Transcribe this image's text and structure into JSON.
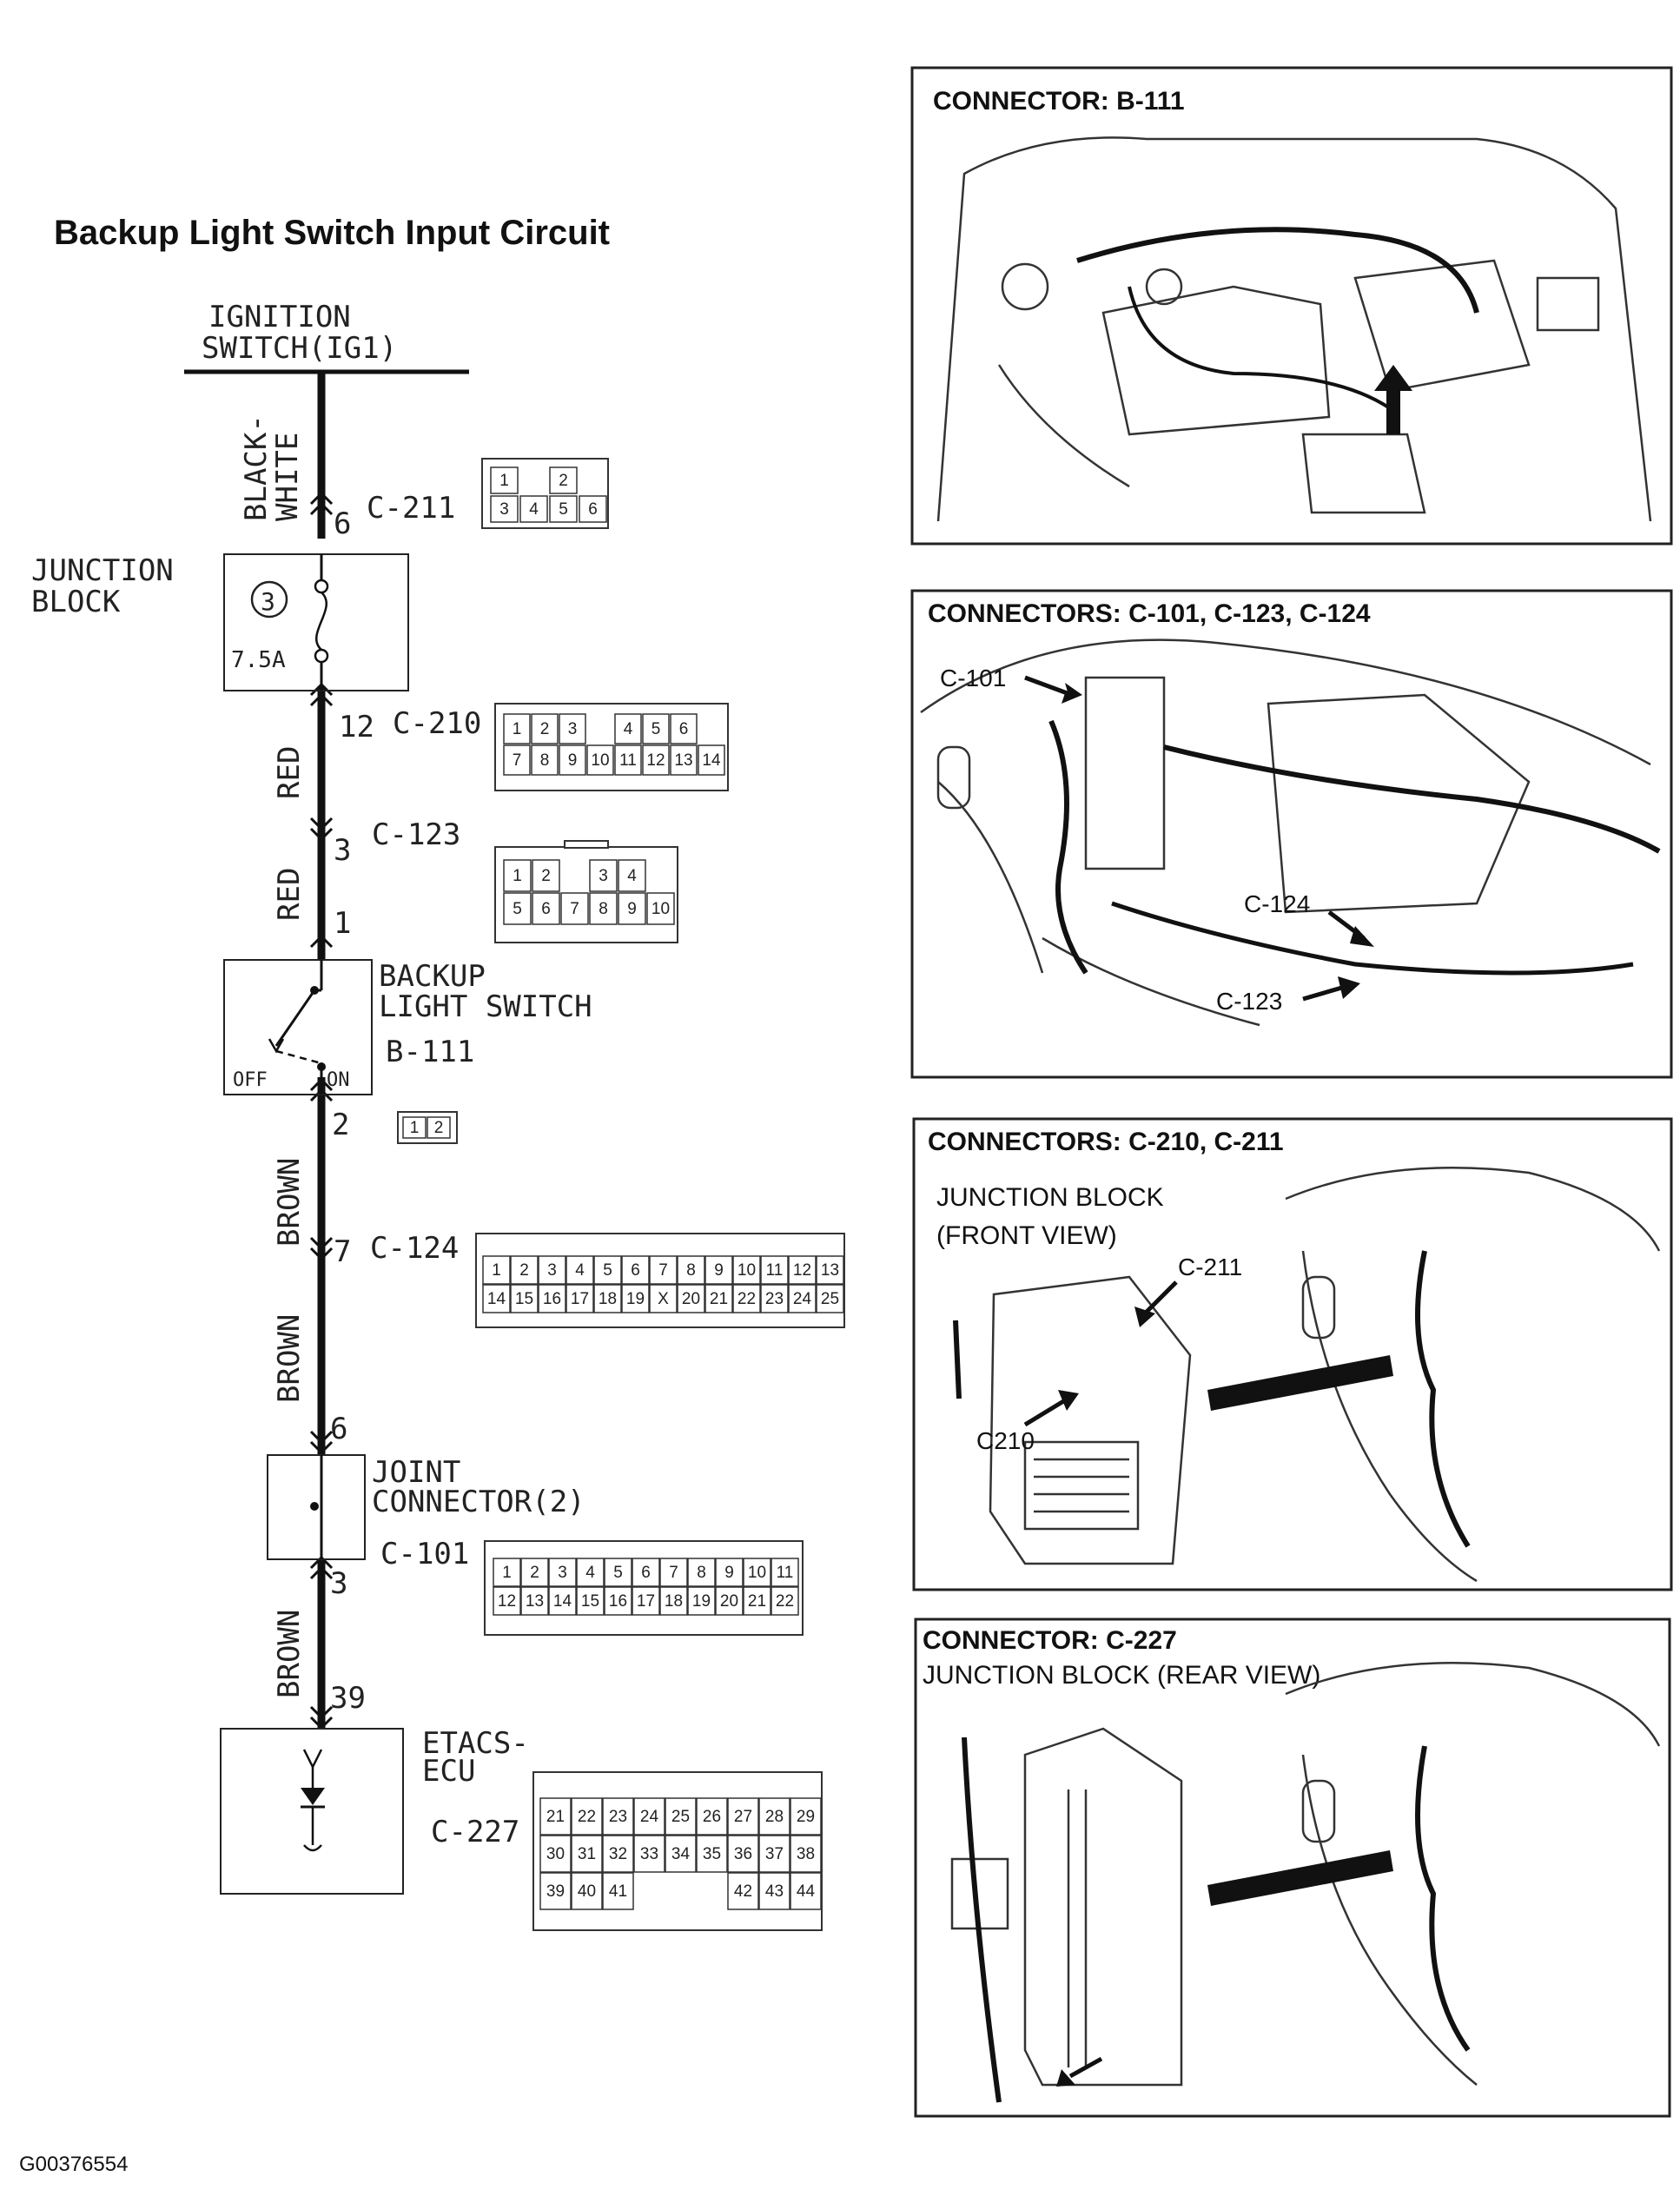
{
  "title": "Backup Light Switch Input Circuit",
  "figure_id": "G00376554",
  "colors": {
    "wire": "#111111",
    "frame": "#222222",
    "paper": "#ffffff"
  },
  "schematic": {
    "ignition_line1": "IGNITION",
    "ignition_line2": "SWITCH(IG1)",
    "wire1_color_line1": "BLACK-",
    "wire1_color_line2": "WHITE",
    "pin_c211": "6",
    "c211_label": "C-211",
    "junction_line1": "JUNCTION",
    "junction_line2": "BLOCK",
    "fuse_number": "3",
    "fuse_rating": "7.5A",
    "pin_c210": "12",
    "c210_label": "C-210",
    "wire2_color": "RED",
    "pin_c123_in": "3",
    "c123_label": "C-123",
    "wire3_color": "RED",
    "pin_c123_out": "1",
    "switch_line1": "BACKUP",
    "switch_line2": "LIGHT SWITCH",
    "switch_off": "OFF",
    "switch_on": "ON",
    "b111_label": "B-111",
    "pin_b111": "2",
    "wire4_color": "BROWN",
    "pin_c124": "7",
    "c124_label": "C-124",
    "wire5_color": "BROWN",
    "pin_joint_in": "6",
    "joint_line1": "JOINT",
    "joint_line2": "CONNECTOR(2)",
    "pin_c101": "3",
    "c101_label": "C-101",
    "wire6_color": "BROWN",
    "pin_etacs": "39",
    "etacs_line1": "ETACS-",
    "etacs_line2": "ECU",
    "c227_label": "C-227"
  },
  "connector_faces": {
    "c211": {
      "row1": [
        "1",
        "",
        "2"
      ],
      "row2": [
        "3",
        "4",
        "5",
        "6"
      ]
    },
    "c210": {
      "row1": [
        "1",
        "2",
        "3",
        "",
        "4",
        "5",
        "6"
      ],
      "row2": [
        "7",
        "8",
        "9",
        "10",
        "11",
        "12",
        "13",
        "14"
      ]
    },
    "c123": {
      "row1": [
        "1",
        "2",
        "",
        "3",
        "4"
      ],
      "row2": [
        "5",
        "6",
        "7",
        "8",
        "9",
        "10"
      ]
    },
    "b111": {
      "row1": [
        "1",
        "2"
      ]
    },
    "c124": {
      "row1": [
        "1",
        "2",
        "3",
        "4",
        "5",
        "6",
        "7",
        "8",
        "9",
        "10",
        "11",
        "12",
        "13"
      ],
      "row2": [
        "14",
        "15",
        "16",
        "17",
        "18",
        "19",
        "X",
        "20",
        "21",
        "22",
        "23",
        "24",
        "25"
      ]
    },
    "c101": {
      "row1": [
        "1",
        "2",
        "3",
        "4",
        "5",
        "6",
        "7",
        "8",
        "9",
        "10",
        "11"
      ],
      "row2": [
        "12",
        "13",
        "14",
        "15",
        "16",
        "17",
        "18",
        "19",
        "20",
        "21",
        "22"
      ]
    },
    "c227": {
      "row1": [
        "21",
        "22",
        "23",
        "24",
        "25",
        "26",
        "27",
        "28",
        "29"
      ],
      "row2": [
        "30",
        "31",
        "32",
        "33",
        "34",
        "35",
        "36",
        "37",
        "38"
      ],
      "row3": [
        "39",
        "40",
        "41",
        "",
        "",
        "",
        "42",
        "43",
        "44"
      ]
    }
  },
  "panels": [
    {
      "title": "CONNECTOR: B-111",
      "subtitle": "",
      "callouts": []
    },
    {
      "title": "CONNECTORS: C-101, C-123, C-124",
      "subtitle": "",
      "callouts": [
        "C-101",
        "C-124",
        "C-123"
      ]
    },
    {
      "title": "CONNECTORS: C-210, C-211",
      "subtitle_line1": "JUNCTION BLOCK",
      "subtitle_line2": "(FRONT VIEW)",
      "callouts": [
        "C-211",
        "C210"
      ]
    },
    {
      "title": "CONNECTOR: C-227",
      "subtitle": "JUNCTION BLOCK (REAR VIEW)",
      "callouts": []
    }
  ]
}
